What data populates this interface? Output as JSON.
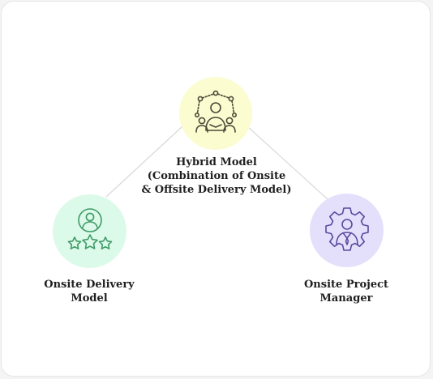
{
  "nodes": {
    "hybrid": {
      "label_lines": [
        "Hybrid Model",
        "(Combination of Onsite",
        "& Offsite Delivery Model)"
      ],
      "color": "#fbfcd0",
      "icon_color": "#4a4a38",
      "icon": "team-network-icon"
    },
    "onsite_delivery": {
      "label_lines": [
        "Onsite Delivery",
        "Model"
      ],
      "color": "#dcfae9",
      "icon_color": "#3f9a67",
      "icon": "person-rating-stars-icon"
    },
    "onsite_pm": {
      "label_lines": [
        "Onsite Project",
        "Manager"
      ],
      "color": "#e4e0fb",
      "icon_color": "#5b4a9e",
      "icon": "manager-gear-icon"
    }
  },
  "connector_color": "#d9d9d9"
}
